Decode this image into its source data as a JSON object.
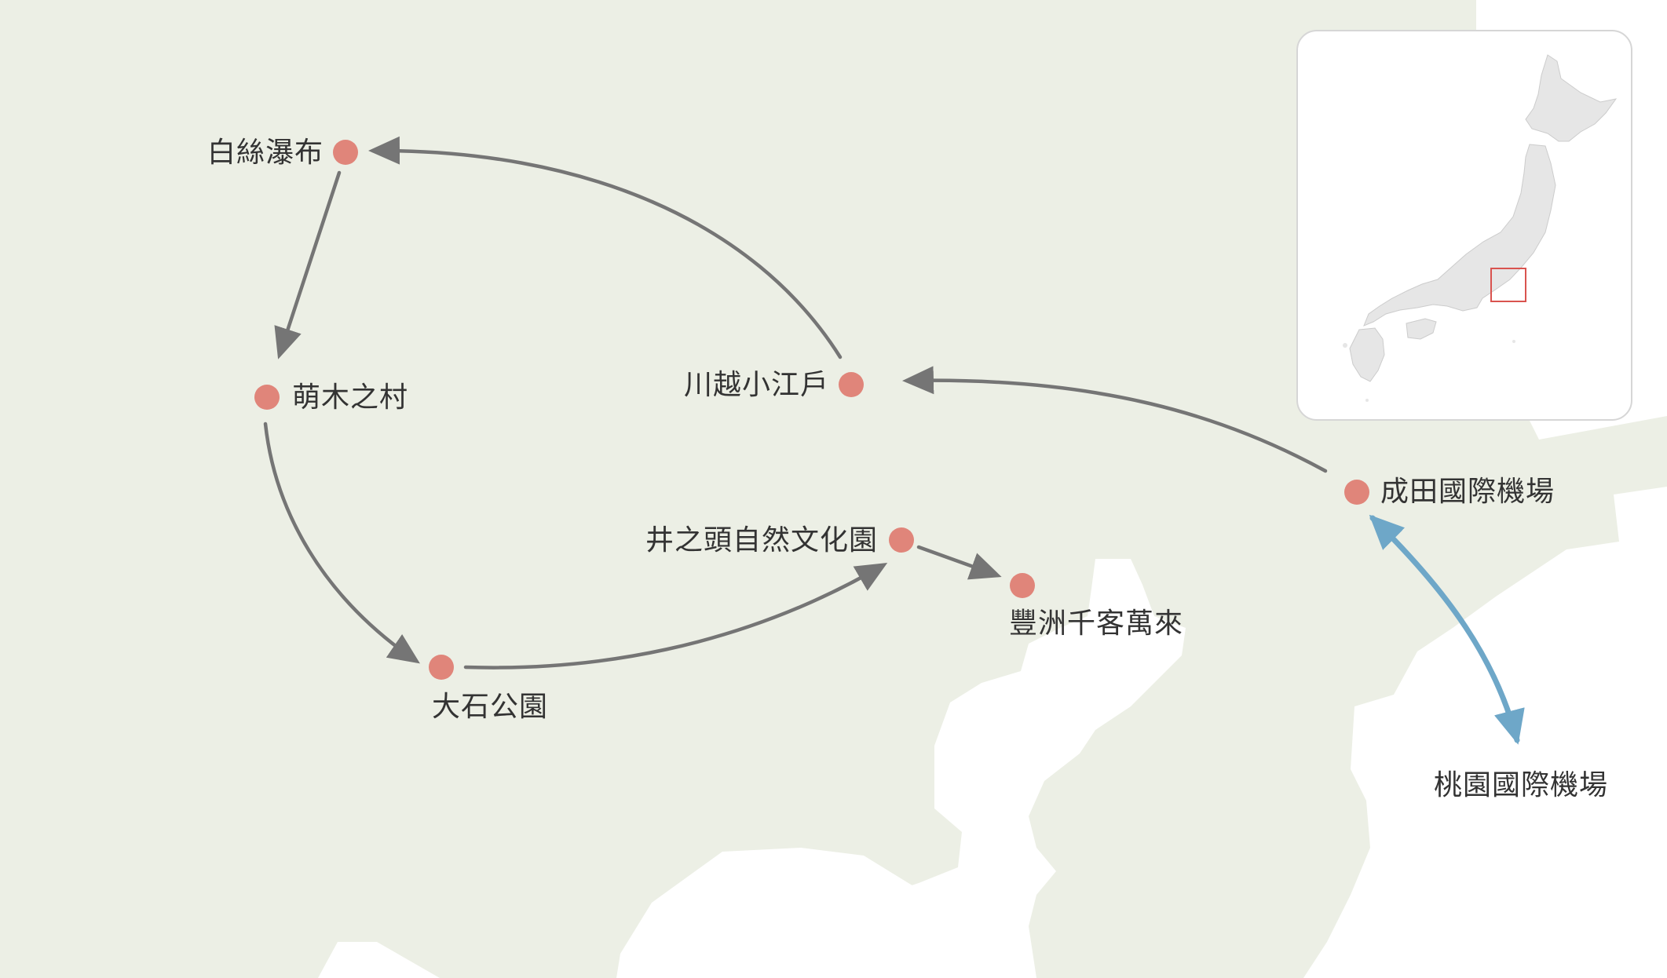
{
  "map": {
    "colors": {
      "land": "#ecefe5",
      "water": "#ffffff",
      "marker": "#e0857a",
      "route": "#757575",
      "flight": "#6ea7c8",
      "label": "#333333",
      "inset_land": "#e6e6e6",
      "inset_highlight": "#d9534f"
    },
    "places": [
      {
        "id": "shiraito-falls",
        "label": "白絲瀑布"
      },
      {
        "id": "moegi-village",
        "label": "萌木之村"
      },
      {
        "id": "oishi-park",
        "label": "大石公園"
      },
      {
        "id": "inokashira-park",
        "label": "井之頭自然文化園"
      },
      {
        "id": "toyosu-senkyaku-banrai",
        "label": "豐洲千客萬來"
      },
      {
        "id": "kawagoe",
        "label": "川越小江戶"
      },
      {
        "id": "narita-airport",
        "label": "成田國際機場"
      },
      {
        "id": "taoyuan-airport",
        "label": "桃園國際機場"
      }
    ],
    "routes": [
      {
        "from": "narita-airport",
        "to": "kawagoe",
        "type": "ground"
      },
      {
        "from": "kawagoe",
        "to": "shiraito-falls",
        "type": "ground"
      },
      {
        "from": "shiraito-falls",
        "to": "moegi-village",
        "type": "ground"
      },
      {
        "from": "moegi-village",
        "to": "oishi-park",
        "type": "ground"
      },
      {
        "from": "oishi-park",
        "to": "inokashira-park",
        "type": "ground"
      },
      {
        "from": "inokashira-park",
        "to": "toyosu-senkyaku-banrai",
        "type": "ground"
      },
      {
        "from": "narita-airport",
        "to": "taoyuan-airport",
        "type": "flight",
        "bidirectional": true
      }
    ],
    "inset": {
      "content": "Japan overview map",
      "highlighted_region": "Kanto"
    }
  }
}
